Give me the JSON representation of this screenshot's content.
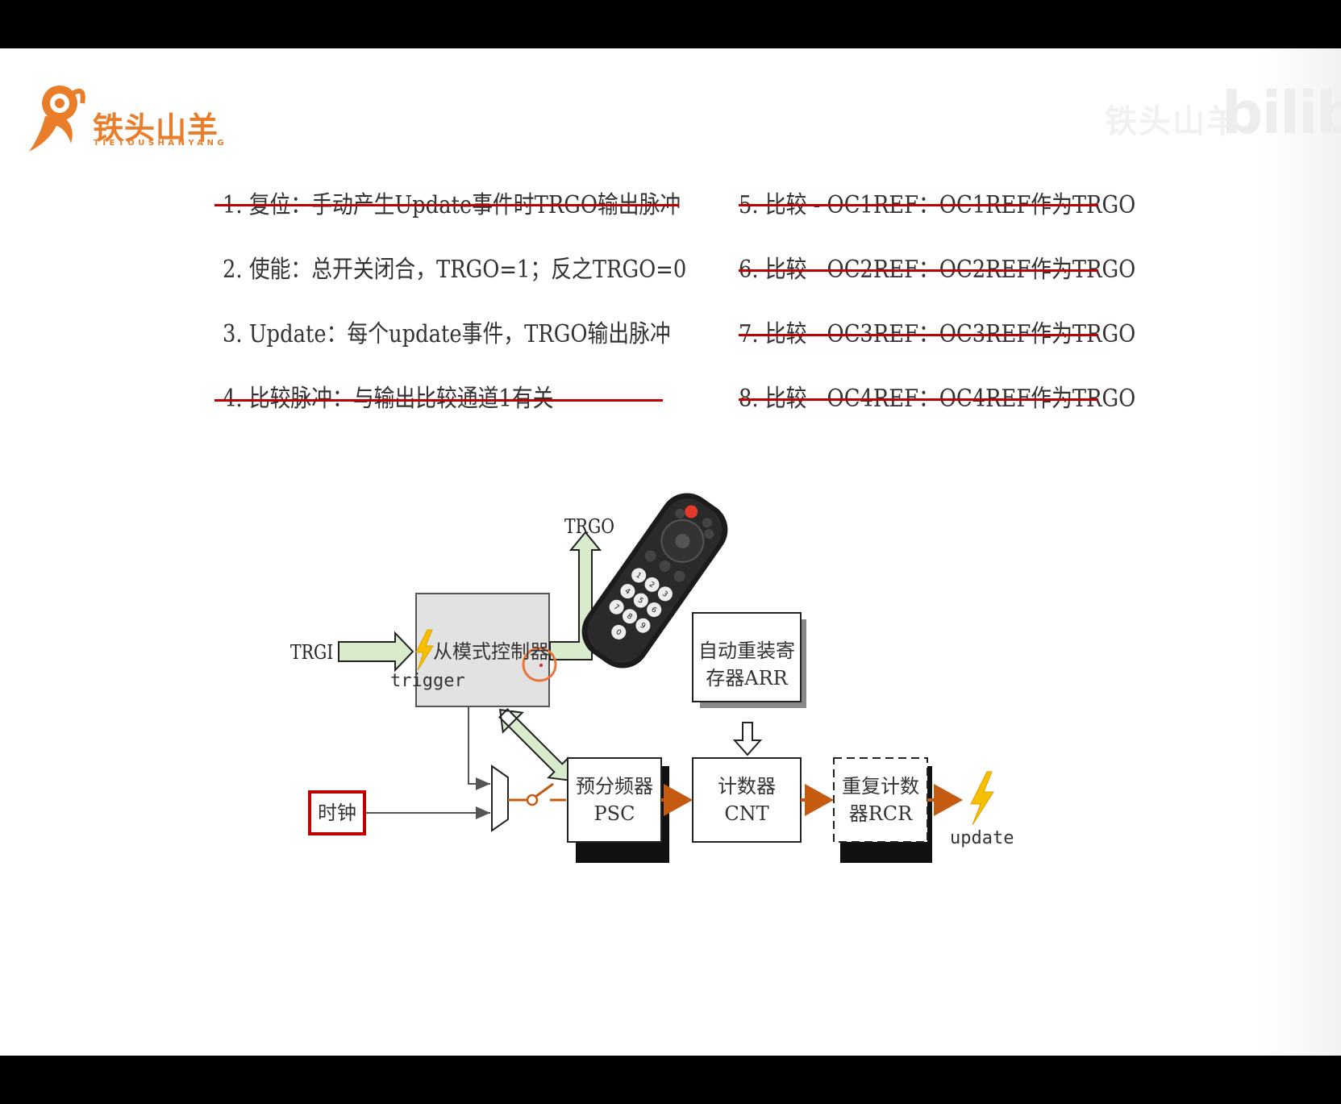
{
  "brand": {
    "name": "铁头山羊",
    "subtitle": "TIETOUSHANYANG"
  },
  "watermark": {
    "name": "铁头山羊",
    "site": "bilibili"
  },
  "modes": [
    {
      "text": "1.  复位：手动产生Update事件时TRGO输出脉冲",
      "struck": true
    },
    {
      "text": "2.  使能：总开关闭合，TRGO=1；反之TRGO=0",
      "struck": false
    },
    {
      "text": "3.  Update：每个update事件，TRGO输出脉冲",
      "struck": false
    },
    {
      "text": "4.  比较脉冲：与输出比较通道1有关",
      "struck": true
    },
    {
      "text": "5.  比较 - OC1REF：OC1REF作为TRGO",
      "struck": true
    },
    {
      "text": "6.  比较 - OC2REF：OC2REF作为TRGO",
      "struck": true
    },
    {
      "text": "7.  比较 - OC3REF：OC3REF作为TRGO",
      "struck": true
    },
    {
      "text": "8.  比较 - OC4REF：OC4REF作为TRGO",
      "struck": true
    }
  ],
  "diagram": {
    "trgi": "TRGI",
    "trgo": "TRGO",
    "trigger": "trigger",
    "slave_controller": "从模式控制器",
    "clock": "时钟",
    "arr_line1": "自动重装寄",
    "arr_line2": "存器ARR",
    "psc_line1": "预分频器",
    "psc_line2": "PSC",
    "cnt_line1": "计数器",
    "cnt_line2": "CNT",
    "rcr_line1": "重复计数",
    "rcr_line2": "器RCR",
    "update": "update",
    "remote_keys": [
      "1",
      "2",
      "3",
      "4",
      "5",
      "6",
      "7",
      "8",
      "9",
      "0"
    ]
  },
  "colors": {
    "strike": "#c00000",
    "brand": "#ea7d2a",
    "green_arrow_fill": "#d8ebcc",
    "orange_line": "#c55a11",
    "bolt": "#f6c000",
    "clock_border": "#c00000"
  }
}
